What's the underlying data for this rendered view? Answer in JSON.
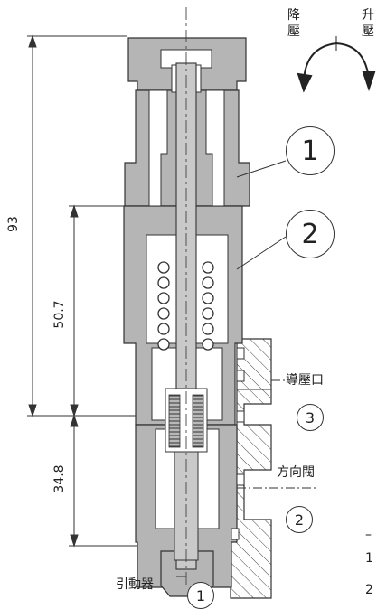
{
  "dimensions": {
    "overall": "93",
    "upper": "50.7",
    "lower": "34.8"
  },
  "rotation": {
    "decrease_a": "降",
    "decrease_b": "壓",
    "increase_a": "升",
    "increase_b": "壓"
  },
  "callouts": {
    "one_large": "1",
    "two_large": "2",
    "three": "3",
    "two_small": "2",
    "one_small": "1"
  },
  "ports": {
    "pilot": "導壓口",
    "directional": "方向閥",
    "actuator": "引動器"
  },
  "edge_text": {
    "dash": "–",
    "one": "1",
    "two": "2"
  }
}
